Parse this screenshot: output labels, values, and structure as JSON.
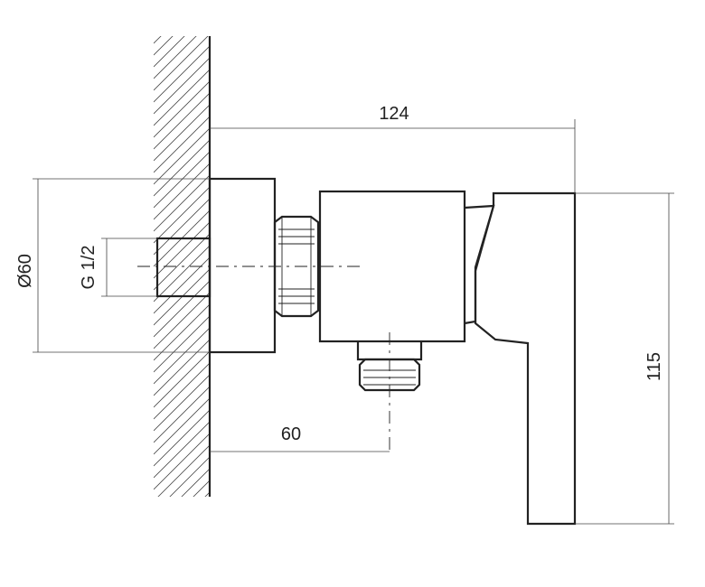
{
  "dimensions": {
    "overall_length": "124",
    "outlet_offset": "60",
    "height": "115",
    "flange_diameter": "Ø60",
    "thread": "G 1/2"
  }
}
